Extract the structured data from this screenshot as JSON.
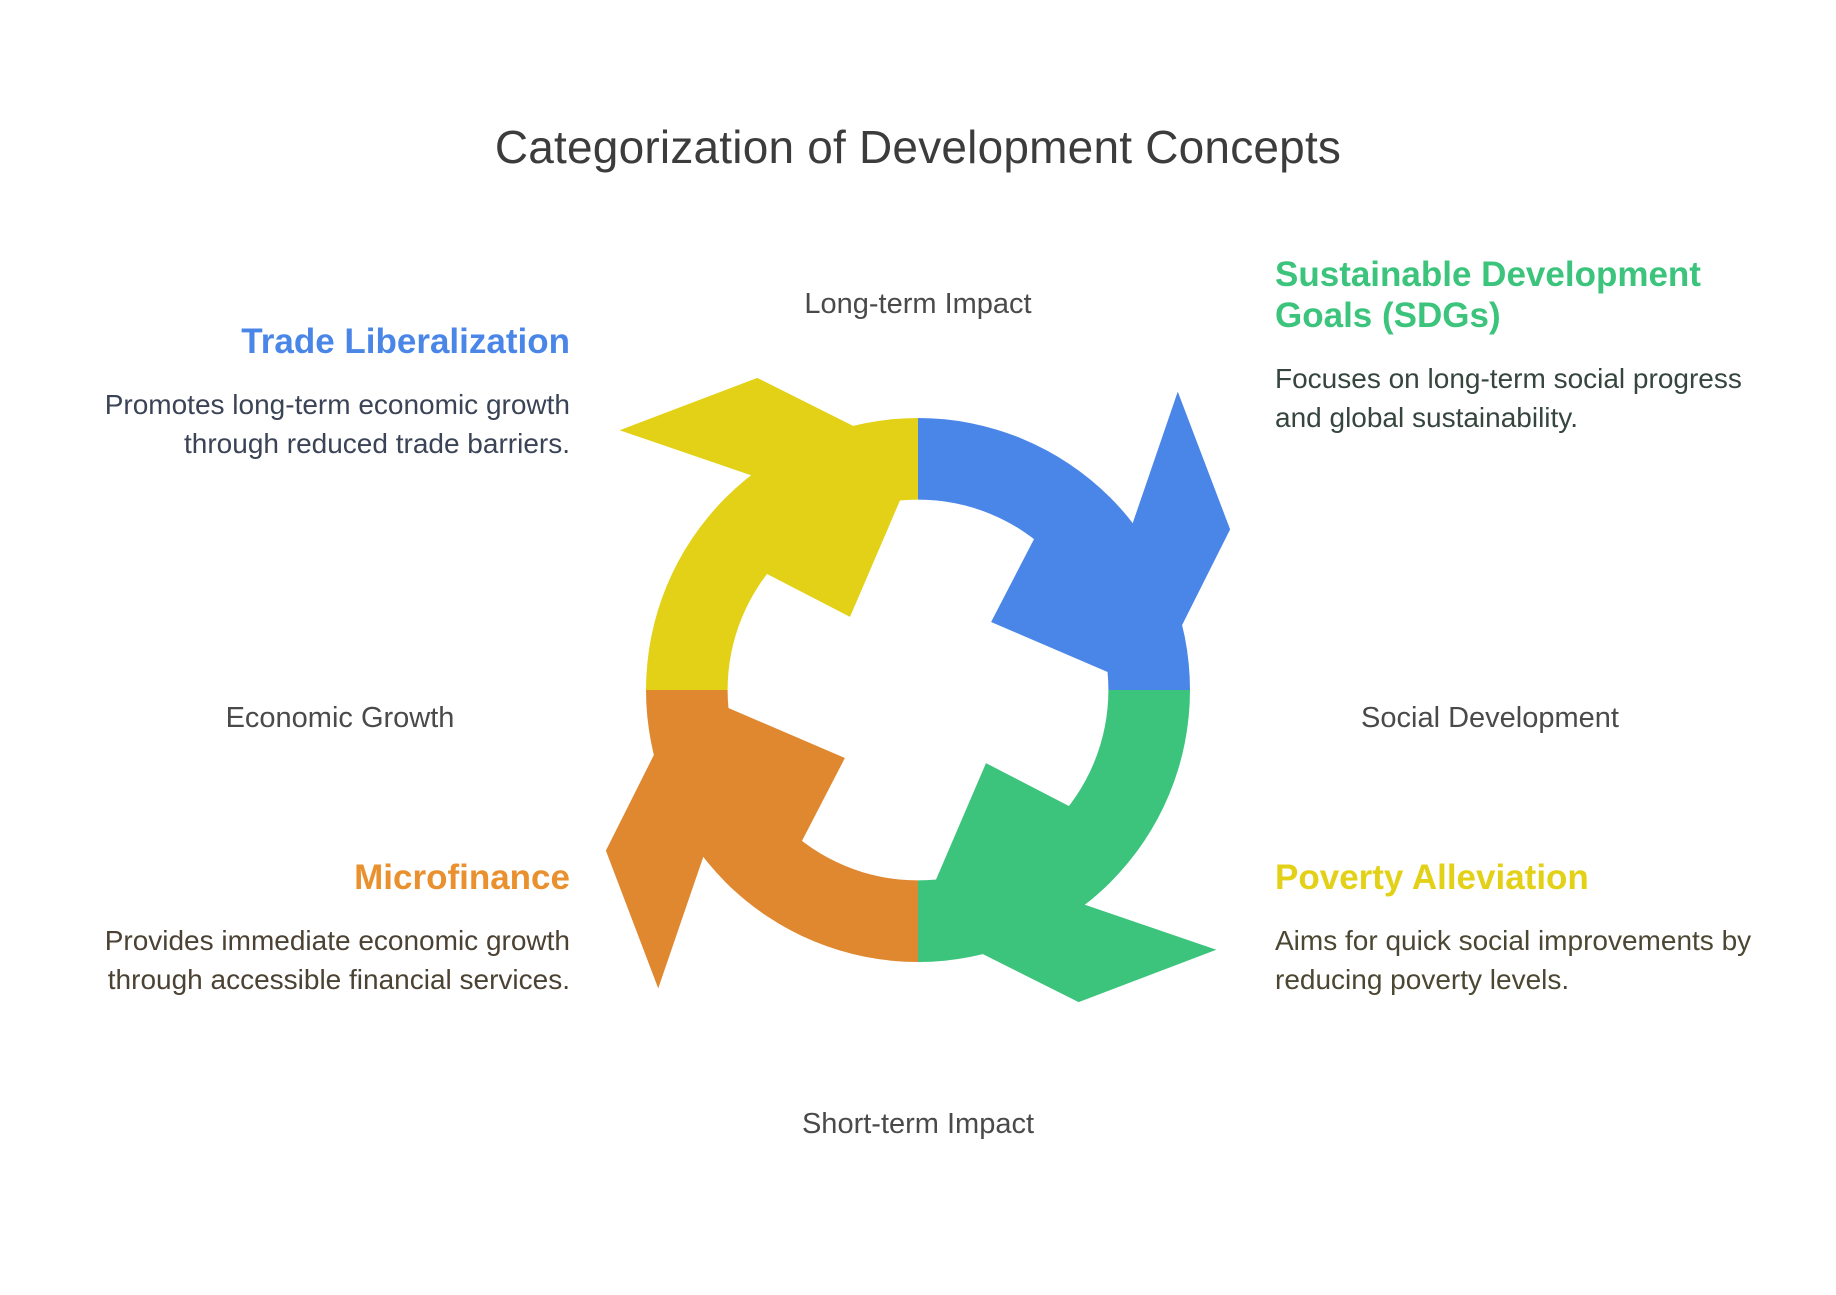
{
  "header": {
    "title": "Categorization of Development Concepts"
  },
  "axes": {
    "top": "Long-term Impact",
    "bottom": "Short-term Impact",
    "left": "Economic Growth",
    "right": "Social Development"
  },
  "concepts": [
    {
      "key": "trade-liberalization",
      "heading": "Trade Liberalization",
      "body": "Promotes long-term economic growth through reduced trade barriers.",
      "color": "#4a86e8",
      "quadrant": "top-left",
      "axis_x": "Economic Growth",
      "axis_y": "Long-term Impact"
    },
    {
      "key": "sustainable-development-goals",
      "heading": "Sustainable Development Goals (SDGs)",
      "body": "Focuses on long-term social progress and global sustainability.",
      "color": "#3cc47c",
      "quadrant": "top-right",
      "axis_x": "Social Development",
      "axis_y": "Long-term Impact"
    },
    {
      "key": "microfinance",
      "heading": "Microfinance",
      "body": "Provides immediate economic growth through accessible financial services.",
      "color": "#e8912e",
      "quadrant": "bottom-left",
      "axis_x": "Economic Growth",
      "axis_y": "Short-term Impact"
    },
    {
      "key": "poverty-alleviation",
      "heading": "Poverty Alleviation",
      "body": "Aims for quick social improvements by reducing poverty levels.",
      "color": "#e3d117",
      "quadrant": "bottom-right",
      "axis_x": "Social Development",
      "axis_y": "Short-term Impact"
    }
  ],
  "cycle_diagram": {
    "type": "circular-arrow-ring",
    "segment_count": 4,
    "direction": "clockwise",
    "segments": [
      {
        "name": "sdg-segment",
        "color": "#4a86e8",
        "position": "top-right",
        "label": "Sustainable Development Goals (SDGs)"
      },
      {
        "name": "poverty-segment",
        "color": "#3cc47c",
        "position": "bottom-right",
        "label": "Poverty Alleviation"
      },
      {
        "name": "micro-segment",
        "color": "#e08830",
        "position": "bottom-left",
        "label": "Microfinance"
      },
      {
        "name": "trade-segment",
        "color": "#e3d117",
        "position": "top-left",
        "label": "Trade Liberalization"
      }
    ]
  },
  "colors": {
    "background": "#ffffff",
    "title": "#3c3c3c",
    "axis_label": "#4a4a4a",
    "blue": "#4a86e8",
    "green": "#3cc47c",
    "orange": "#e8912e",
    "yellow": "#e3d117"
  }
}
